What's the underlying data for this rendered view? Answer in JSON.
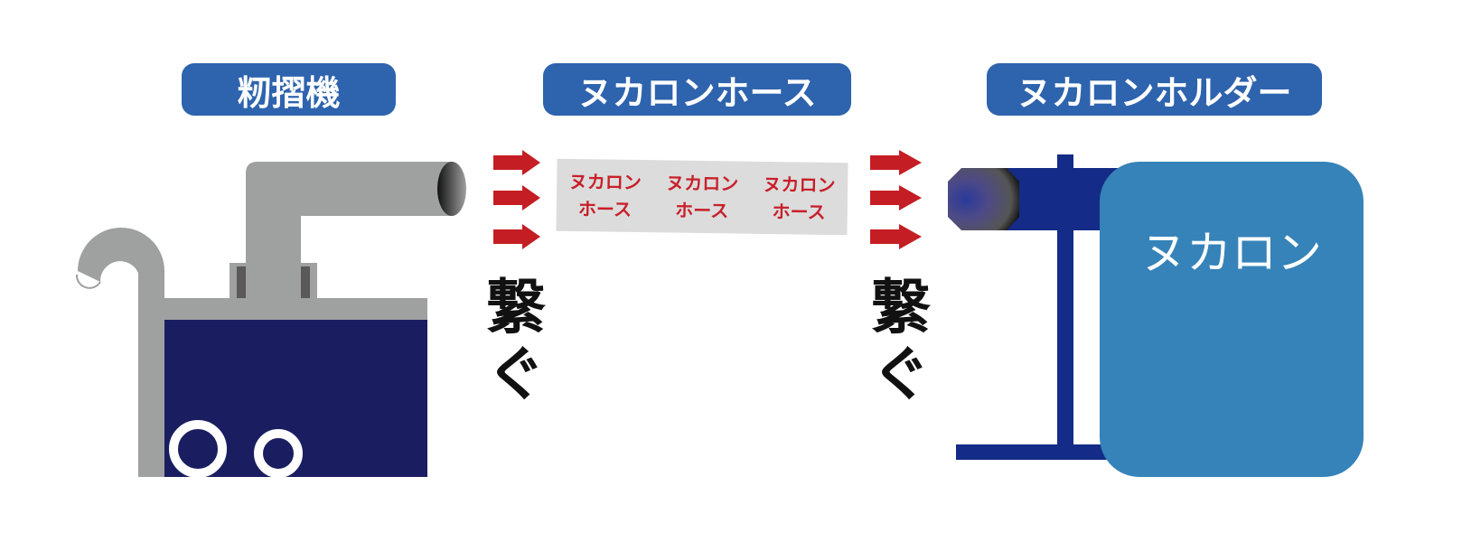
{
  "labels": {
    "huller": "籾摺機",
    "hose": "ヌカロンホース",
    "holder": "ヌカロンホルダー"
  },
  "connect_text": [
    "繋ぐ",
    "繋ぐ"
  ],
  "hose_print": [
    {
      "line1": "ヌカロン",
      "line2": "ホース"
    },
    {
      "line1": "ヌカロン",
      "line2": "ホース"
    },
    {
      "line1": "ヌカロン",
      "line2": "ホース"
    }
  ],
  "bag_label": "ヌカロン",
  "colors": {
    "pill": "#2e63ae",
    "arrow": "#c41e24",
    "machine_body": "#1a1e60",
    "machine_gray": "#9fa0a0",
    "holder": "#142b87",
    "bag": "#3583b9"
  }
}
